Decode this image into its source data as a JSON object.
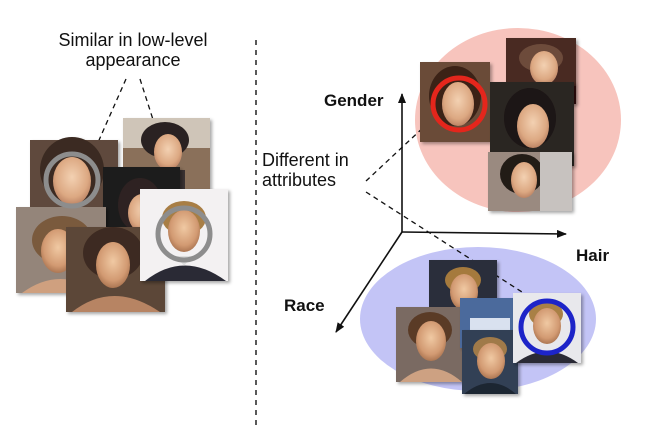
{
  "left_caption": {
    "line1": "Similar in low-level",
    "line2": "appearance"
  },
  "right_caption": {
    "line1": "Different in",
    "line2": "attributes"
  },
  "axes": {
    "gender": "Gender",
    "hair": "Hair",
    "race": "Race"
  },
  "colors": {
    "gender_cluster": "#f7c4bd",
    "race_cluster": "#c3c4f6",
    "left_circles": "#8d8d8d",
    "gender_highlight": "#e4261c",
    "race_highlight": "#1d24c8",
    "axis": "#111111"
  }
}
